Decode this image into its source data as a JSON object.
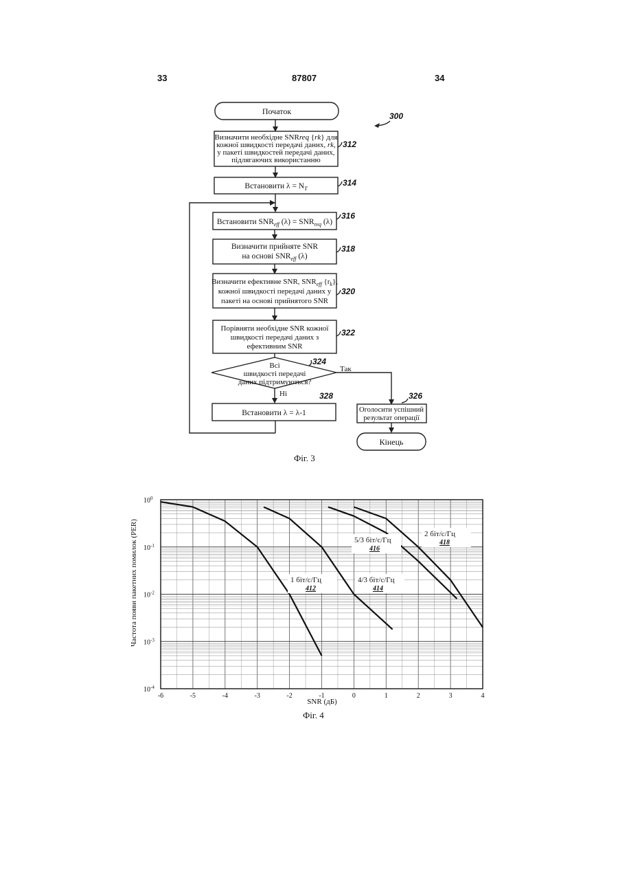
{
  "header": {
    "left_page": "33",
    "center_number": "87807",
    "right_page": "34"
  },
  "fig3": {
    "ref_label": "300",
    "start": "Початок",
    "step312": {
      "line1": "Визначити необхідне SNR",
      "line1_it": "req",
      "line1_b": " {",
      "line1_c": "rk",
      "line1_d": "} для",
      "line2a": "кожної швидкості передачі даних, ",
      "line2b": "rk",
      "line2c": ",",
      "line3": "у пакеті швидкостей передачі даних,",
      "line4": "підлягаючих використанню",
      "ref": "312"
    },
    "step314": {
      "text": "Встановити λ = N",
      "sub": "T",
      "ref": "314"
    },
    "step316": {
      "a": "Встановити SNR",
      "sub1": "eff",
      "b": " (λ) = SNR",
      "sub2": "req",
      "c": " (λ)",
      "ref": "316"
    },
    "step318": {
      "line1": "Визначити прийняте SNR",
      "line2": "на основі SNR",
      "sub": "eff",
      "line2b": " (λ)",
      "ref": "318"
    },
    "step320": {
      "line1a": "Визначити ефективне SNR, SNR",
      "sub": "eff",
      "line1b": " {r",
      "sub2": "k",
      "line1c": "},",
      "line2": "кожної швидкості передачі даних у",
      "line3": "пакеті на основі прийнятого SNR",
      "ref": "320"
    },
    "step322": {
      "line1": "Порівняти необхідне SNR кожної",
      "line2": "швидкості передачі даних з",
      "line3": "ефективним SNR",
      "ref": "322"
    },
    "step324": {
      "line1": "Всі",
      "line2": "швидкості передачі",
      "line3": "даних підтримуються?",
      "ref": "324",
      "yes": "Так",
      "no": "Ні"
    },
    "step328": {
      "text": "Встановити λ = λ-1",
      "ref": "328"
    },
    "step326": {
      "line1": "Оголосити успішний",
      "line2": "результат операції",
      "ref": "326"
    },
    "end": "Кінець",
    "caption": "Фіг. 3"
  },
  "chart_data": {
    "type": "line",
    "xlabel": "SNR (дБ)",
    "ylabel": "Частота появи пакетних помилок (PER)",
    "xlim": [
      -6,
      4
    ],
    "ylim": [
      0.0001,
      1
    ],
    "log_y": true,
    "grid": true,
    "x_ticks": [
      "-6",
      "-5",
      "-4",
      "-3",
      "-2",
      "-1",
      "0",
      "1",
      "2",
      "3",
      "4"
    ],
    "y_ticks": [
      {
        "base": "10",
        "exp": "0"
      },
      {
        "base": "10",
        "exp": "-1"
      },
      {
        "base": "10",
        "exp": "-2"
      },
      {
        "base": "10",
        "exp": "-3"
      },
      {
        "base": "10",
        "exp": "-4"
      }
    ],
    "series": [
      {
        "name": "1 біт/с/Гц",
        "ref": "412",
        "x": [
          -6,
          -5,
          -4,
          -3,
          -2,
          -1
        ],
        "y": [
          0.9,
          0.7,
          0.35,
          0.1,
          0.01,
          0.0005
        ]
      },
      {
        "name": "4/3 біт/с/Гц",
        "ref": "414",
        "x": [
          -2.8,
          -2,
          -1,
          0,
          1.2
        ],
        "y": [
          0.7,
          0.4,
          0.1,
          0.01,
          0.0018
        ]
      },
      {
        "name": "5/3 біт/с/Гц",
        "ref": "416",
        "x": [
          -0.8,
          0,
          1,
          2,
          3.2
        ],
        "y": [
          0.7,
          0.45,
          0.2,
          0.05,
          0.008
        ]
      },
      {
        "name": "2 біт/с/Гц",
        "ref": "418",
        "x": [
          0,
          1,
          2,
          3,
          4
        ],
        "y": [
          0.7,
          0.4,
          0.1,
          0.02,
          0.002
        ]
      }
    ],
    "caption": "Фіг. 4"
  }
}
